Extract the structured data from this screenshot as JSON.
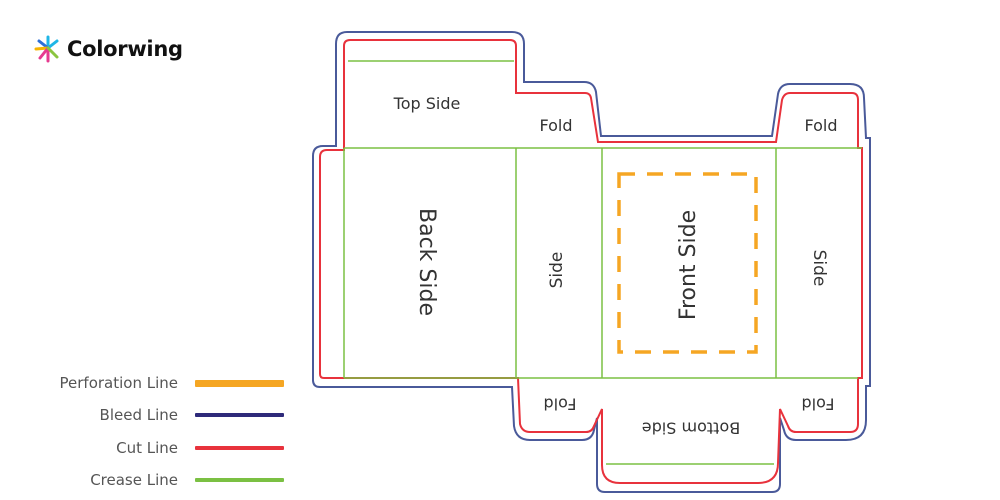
{
  "brand": {
    "name": "Colorwing",
    "logo_icon": "starburst-logo-icon",
    "logo_colors": [
      "#1fb6e6",
      "#2d6fd6",
      "#e63a8f",
      "#f7b500",
      "#8bc53f"
    ]
  },
  "panels": {
    "top_side": "Top Side",
    "fold_top_left": "Fold",
    "fold_top_right": "Fold",
    "back_side": "Back Side",
    "side_left": "Side",
    "front_side": "Front Side",
    "side_right": "Side",
    "fold_bottom_left": "Fold",
    "fold_bottom_right": "Fold",
    "bottom_side": "Bottom Side"
  },
  "legend": [
    {
      "label": "Perforation Line",
      "color": "#f5a623"
    },
    {
      "label": "Bleed Line",
      "color": "#2e2a7a"
    },
    {
      "label": "Cut Line",
      "color": "#e8323c"
    },
    {
      "label": "Crease Line",
      "color": "#7bc043"
    }
  ]
}
